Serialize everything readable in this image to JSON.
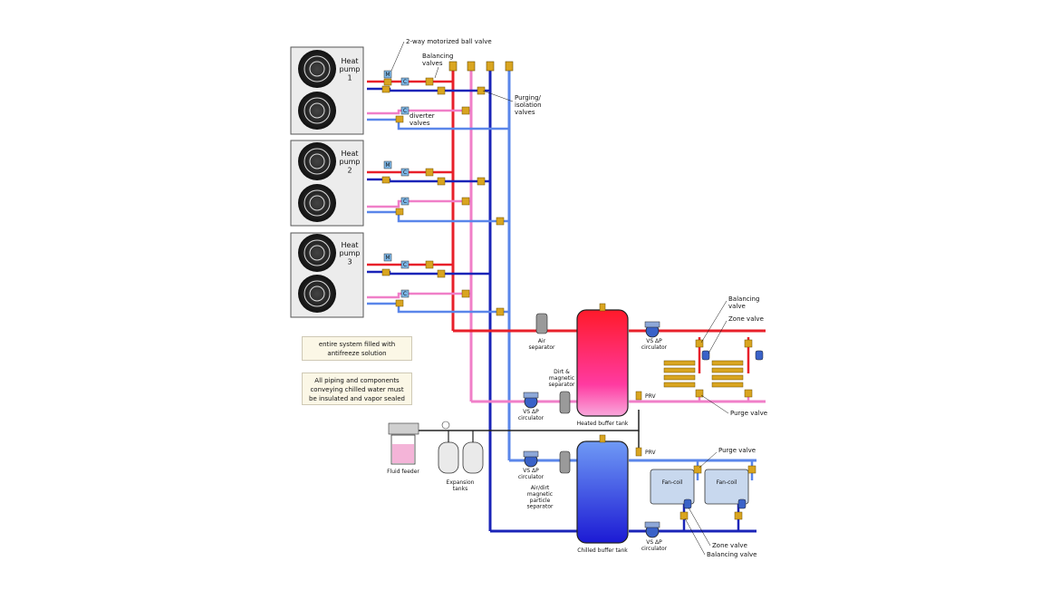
{
  "heat_pumps": [
    {
      "label": "Heat\npump\n1"
    },
    {
      "label": "Heat\npump\n2"
    },
    {
      "label": "Heat\npump\n3"
    }
  ],
  "labels": {
    "motorized_valve": "2-way motorized ball valve",
    "balancing_valves": "Balancing\nvalves",
    "diverter_valves": "diverter\nvalves",
    "purging_isolation": "Purging/\nisolation\nvalves",
    "air_separator": "Air\nseparator",
    "dirt_separator": "Dirt &\nmagnetic\nseparator",
    "vs_circ_heated_supply": "VS ΔP\ncirculator",
    "vs_circ_heated_return": "VS ΔP\ncirculator",
    "vs_circ_chilled_return": "VS ΔP\ncirculator",
    "vs_circ_chilled_supply": "VS ΔP\ncirculator",
    "air_dirt_separator": "Air/dirt\nmagnetic\nparticle\nseparator",
    "heated_tank": "Heated buffer tank",
    "chilled_tank": "Chilled buffer tank",
    "prv_top": "PRV",
    "prv_bottom": "PRV",
    "balancing_valve_top": "Balancing\nvalve",
    "zone_valve_top": "Zone valve",
    "purge_valve_top": "Purge valve",
    "purge_valve_bottom": "Purge valve",
    "fan_coil_1": "Fan-coil",
    "fan_coil_2": "Fan-coil",
    "zone_valve_bottom": "Zone valve",
    "balancing_valve_bottom": "Balancing valve",
    "fluid_feeder": "Fluid feeder",
    "expansion_tanks": "Expansion\ntanks",
    "valve_m": "M",
    "valve_c": "C"
  },
  "notes": {
    "antifreeze": "entire system filled with\nantifreeze solution",
    "insulation": "All piping and components\nconveying chilled water must\nbe insulated and vapor sealed"
  },
  "colors": {
    "hot_supply": "#e8202a",
    "hot_return": "#f07fc8",
    "cold_supply": "#1a24b8",
    "cold_return": "#5a86ea",
    "brass": "#d9a520",
    "tank_border": "#222222"
  }
}
